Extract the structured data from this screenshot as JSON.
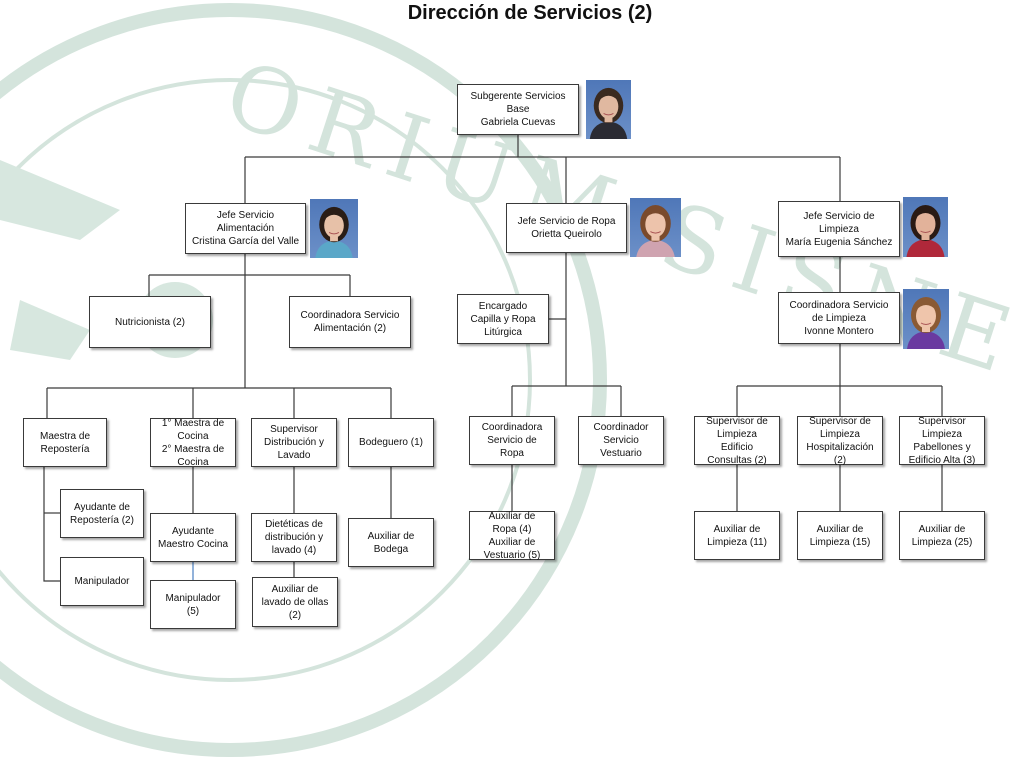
{
  "page": {
    "title": "Dirección de Servicios (2)"
  },
  "watermark": {
    "text": "ORIUM SISNE"
  },
  "nodes": {
    "subgerente": "Subgerente Servicios\nBase\nGabriela Cuevas",
    "jefe_alimentacion": "Jefe Servicio\nAlimentación\nCristina García del Valle",
    "jefe_ropa": "Jefe Servicio de Ropa\nOrietta Queirolo",
    "jefe_limpieza": "Jefe Servicio de\nLimpieza\nMaría Eugenia Sánchez",
    "nutricionista": "Nutricionista (2)",
    "coord_alimentacion": "Coordinadora Servicio\nAlimentación (2)",
    "encargado_capilla": "Encargado\nCapilla y Ropa\nLitúrgica",
    "coord_limpieza": "Coordinadora Servicio\nde Limpieza\nIvonne Montero",
    "maestra_reposteria": "Maestra de\nRepostería",
    "maestra_cocina": "1° Maestra de\nCocina\n2° Maestra de\nCocina",
    "supervisor_distribucion": "Supervisor\nDistribución y\nLavado",
    "bodeguero": "Bodeguero (1)",
    "coord_ropa": "Coordinadora\nServicio de\nRopa",
    "coord_vestuario": "Coordinador\nServicio\nVestuario",
    "sup_consultas": "Supervisor de\nLimpieza\nEdificio\nConsultas (2)",
    "sup_hospitalizacion": "Supervisor de\nLimpieza\nHospitalización\n(2)",
    "sup_pabellones": "Supervisor\nLimpieza\nPabellones y\nEdificio Alta (3)",
    "ayudante_reposteria": "Ayudante de\nRepostería (2)",
    "manipulador_a": "Manipulador",
    "ayudante_cocina": "Ayudante\nMaestro Cocina",
    "manipulador_b": "Manipulador\n(5)",
    "dieteticas": "Dietéticas de\ndistribución y\nlavado (4)",
    "aux_ollas": "Auxiliar de\nlavado de ollas\n(2)",
    "aux_bodega": "Auxiliar de\nBodega",
    "aux_ropa": "Auxiliar de\nRopa (4)\nAuxiliar de\nVestuario (5)",
    "aux_limpieza_11": "Auxiliar de\nLimpieza (11)",
    "aux_limpieza_15": "Auxiliar de\nLimpieza (15)",
    "aux_limpieza_25": "Auxiliar de\nLimpieza (25)"
  },
  "photos": {
    "gabriela": {
      "hair": "#3a2a20",
      "skin": "#e0b8a0",
      "shirt": "#2b2b33"
    },
    "cristina": {
      "hair": "#2a1d16",
      "skin": "#e7c1a8",
      "shirt": "#5aa7c8"
    },
    "orietta": {
      "hair": "#7a4a2c",
      "skin": "#edc3ab",
      "shirt": "#cfa3b0"
    },
    "maria": {
      "hair": "#2a1a14",
      "skin": "#e2b29a",
      "shirt": "#b0283a"
    },
    "ivonne": {
      "hair": "#8a5a34",
      "skin": "#efc5ab",
      "shirt": "#6a3aa0"
    }
  },
  "colors": {
    "line": "#3a3a3a",
    "accent_line": "#4a7fc0",
    "watermark": "#d4e4dc"
  }
}
